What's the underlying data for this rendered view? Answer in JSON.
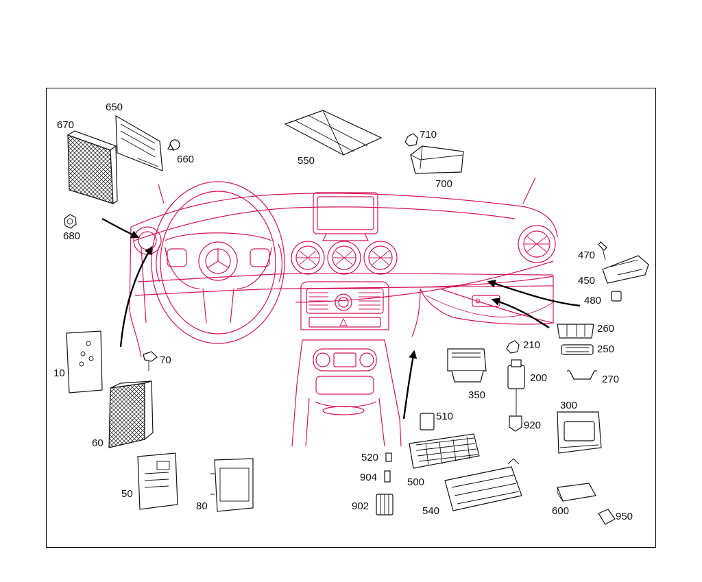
{
  "diagram": {
    "labels": {
      "l650": "650",
      "l670": "670",
      "l660": "660",
      "l680": "680",
      "l550": "550",
      "l710": "710",
      "l700": "700",
      "l470": "470",
      "l450": "450",
      "l480": "480",
      "l260": "260",
      "l250": "250",
      "l270": "270",
      "l210": "210",
      "l200": "200",
      "l350": "350",
      "l300": "300",
      "l920": "920",
      "l510": "510",
      "l520": "520",
      "l904": "904",
      "l902": "902",
      "l500": "500",
      "l540": "540",
      "l600": "600",
      "l950": "950",
      "l10": "10",
      "l70": "70",
      "l60": "60",
      "l50": "50",
      "l80": "80"
    },
    "colors": {
      "dashboard_line": "#d4145a",
      "part_line": "#111111",
      "arrow": "#000000"
    }
  }
}
